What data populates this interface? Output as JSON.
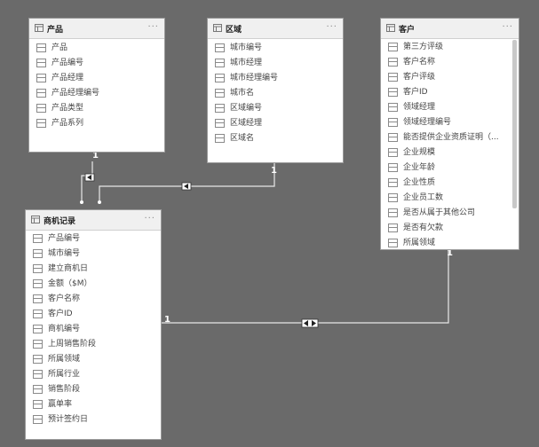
{
  "tables": {
    "product": {
      "title": "产品",
      "fields": [
        "产品",
        "产品编号",
        "产品经理",
        "产品经理编号",
        "产品类型",
        "产品系列"
      ]
    },
    "region": {
      "title": "区域",
      "fields": [
        "城市编号",
        "城市经理",
        "城市经理编号",
        "城市名",
        "区域编号",
        "区域经理",
        "区域名"
      ]
    },
    "customer": {
      "title": "客户",
      "fields": [
        "第三方评级",
        "客户名称",
        "客户评级",
        "客户ID",
        "领域经理",
        "领域经理编号",
        "能否提供企业资质证明（...",
        "企业规模",
        "企业年龄",
        "企业性质",
        "企业员工数",
        "是否从属于其他公司",
        "是否有欠款",
        "所属领域"
      ]
    },
    "opportunity": {
      "title": "商机记录",
      "fields": [
        "产品编号",
        "城市编号",
        "建立商机日",
        "金额（$M）",
        "客户名称",
        "客户ID",
        "商机编号",
        "上周销售阶段",
        "所属领域",
        "所属行业",
        "销售阶段",
        "赢单率",
        "预计签约日"
      ]
    }
  },
  "relationships": {
    "product_to_opportunity": "1",
    "region_to_opportunity": "1",
    "customer_side": "1",
    "opportunity_side": "1"
  },
  "more_glyph": "···"
}
